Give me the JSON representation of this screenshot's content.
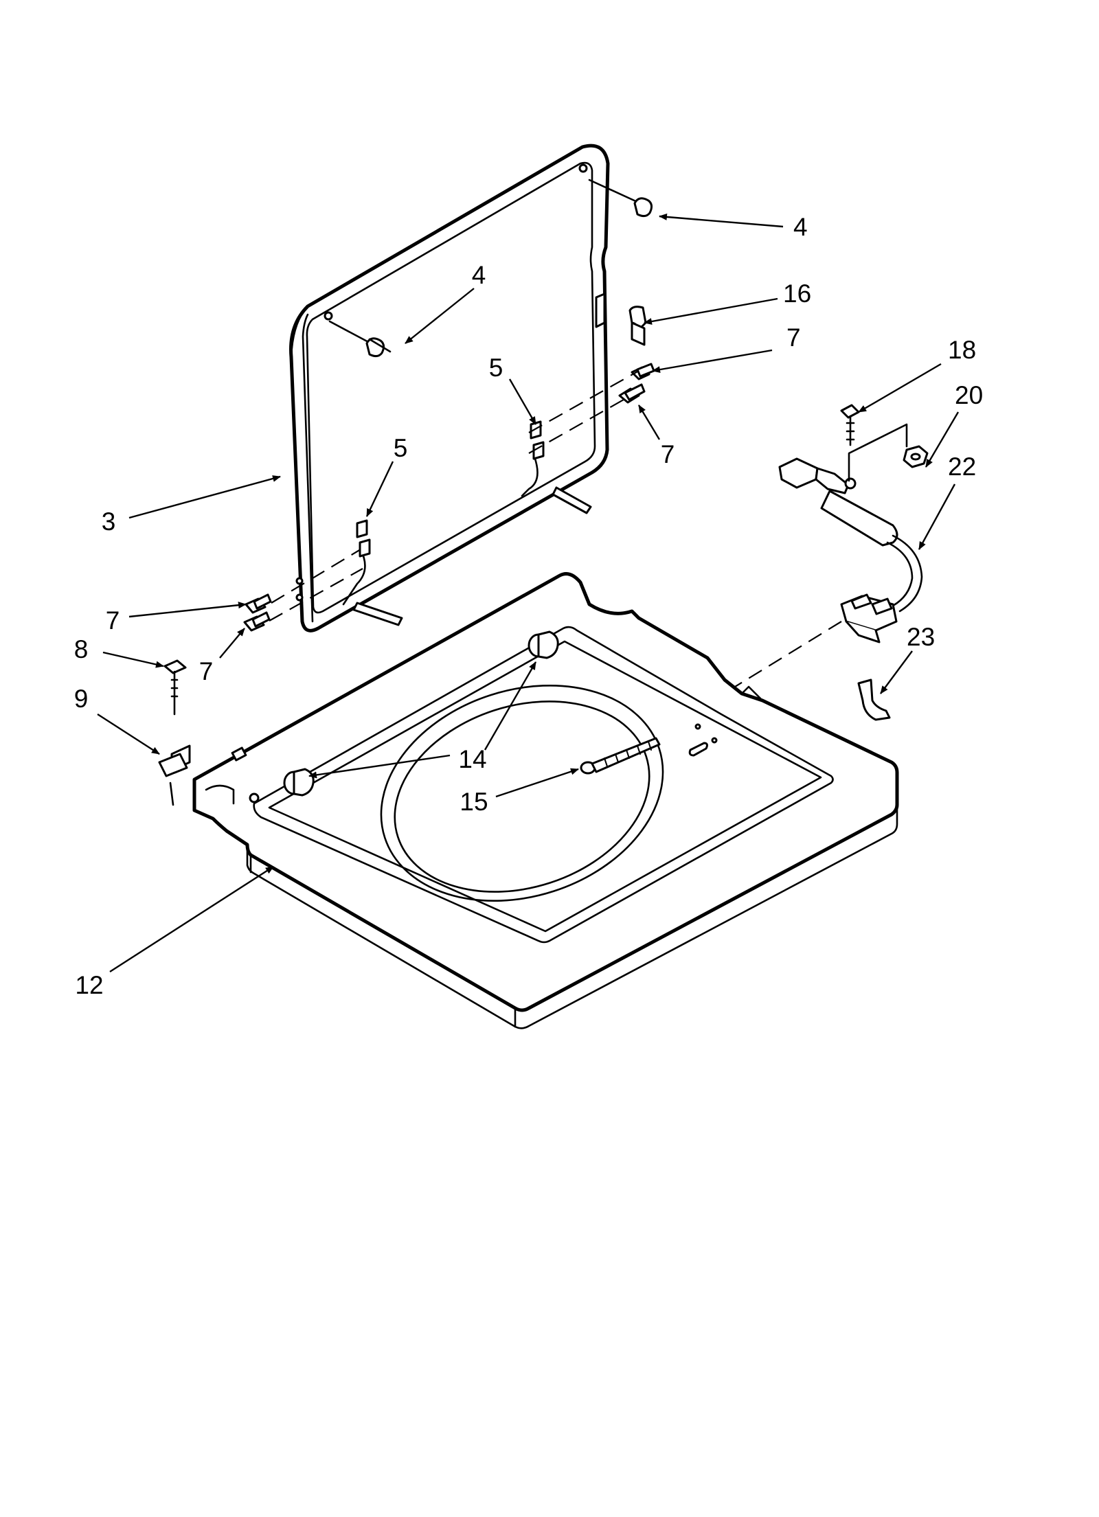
{
  "callouts": [
    {
      "label": "4"
    },
    {
      "label": "4"
    },
    {
      "label": "16"
    },
    {
      "label": "7"
    },
    {
      "label": "5"
    },
    {
      "label": "7"
    },
    {
      "label": "5"
    },
    {
      "label": "3"
    },
    {
      "label": "7"
    },
    {
      "label": "7"
    },
    {
      "label": "8"
    },
    {
      "label": "9"
    },
    {
      "label": "18"
    },
    {
      "label": "20"
    },
    {
      "label": "22"
    },
    {
      "label": "23"
    },
    {
      "label": "14"
    },
    {
      "label": "15"
    },
    {
      "label": "12"
    }
  ]
}
